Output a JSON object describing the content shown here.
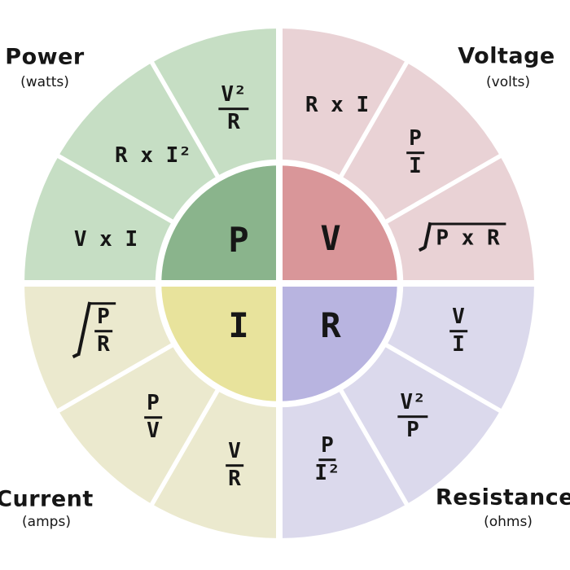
{
  "page": {
    "background": "#ffffff",
    "ink": "#161616",
    "divider": "#ffffff"
  },
  "wheel": {
    "quadrants": [
      {
        "id": "power",
        "title": "Power",
        "unit": "(watts)",
        "symbol": "P",
        "inner_color": "#8ab48c",
        "outer_color": "#c6dec4",
        "formulas": [
          {
            "type": "fraction",
            "num": "V²",
            "den": "R"
          },
          {
            "type": "product",
            "text": "R x I²"
          },
          {
            "type": "product",
            "text": "V x I"
          }
        ]
      },
      {
        "id": "voltage",
        "title": "Voltage",
        "unit": "(volts)",
        "symbol": "V",
        "inner_color": "#d99699",
        "outer_color": "#e9d2d5",
        "formulas": [
          {
            "type": "product",
            "text": "R x I"
          },
          {
            "type": "fraction",
            "num": "P",
            "den": "I"
          },
          {
            "type": "sqrt-product",
            "text": "P x R"
          }
        ]
      },
      {
        "id": "current",
        "title": "Current",
        "unit": "(amps)",
        "symbol": "I",
        "inner_color": "#e8e39c",
        "outer_color": "#ebe9ce",
        "formulas": [
          {
            "type": "sqrt-fraction",
            "num": "P",
            "den": "R"
          },
          {
            "type": "fraction",
            "num": "P",
            "den": "V"
          },
          {
            "type": "fraction",
            "num": "V",
            "den": "R"
          }
        ]
      },
      {
        "id": "resistance",
        "title": "Resistance",
        "unit": "(ohms)",
        "symbol": "R",
        "inner_color": "#b8b4e0",
        "outer_color": "#dbd9ec",
        "formulas": [
          {
            "type": "fraction",
            "num": "V",
            "den": "I"
          },
          {
            "type": "fraction",
            "num": "V²",
            "den": "P"
          },
          {
            "type": "fraction",
            "num": "P",
            "den": "I²"
          }
        ]
      }
    ]
  }
}
